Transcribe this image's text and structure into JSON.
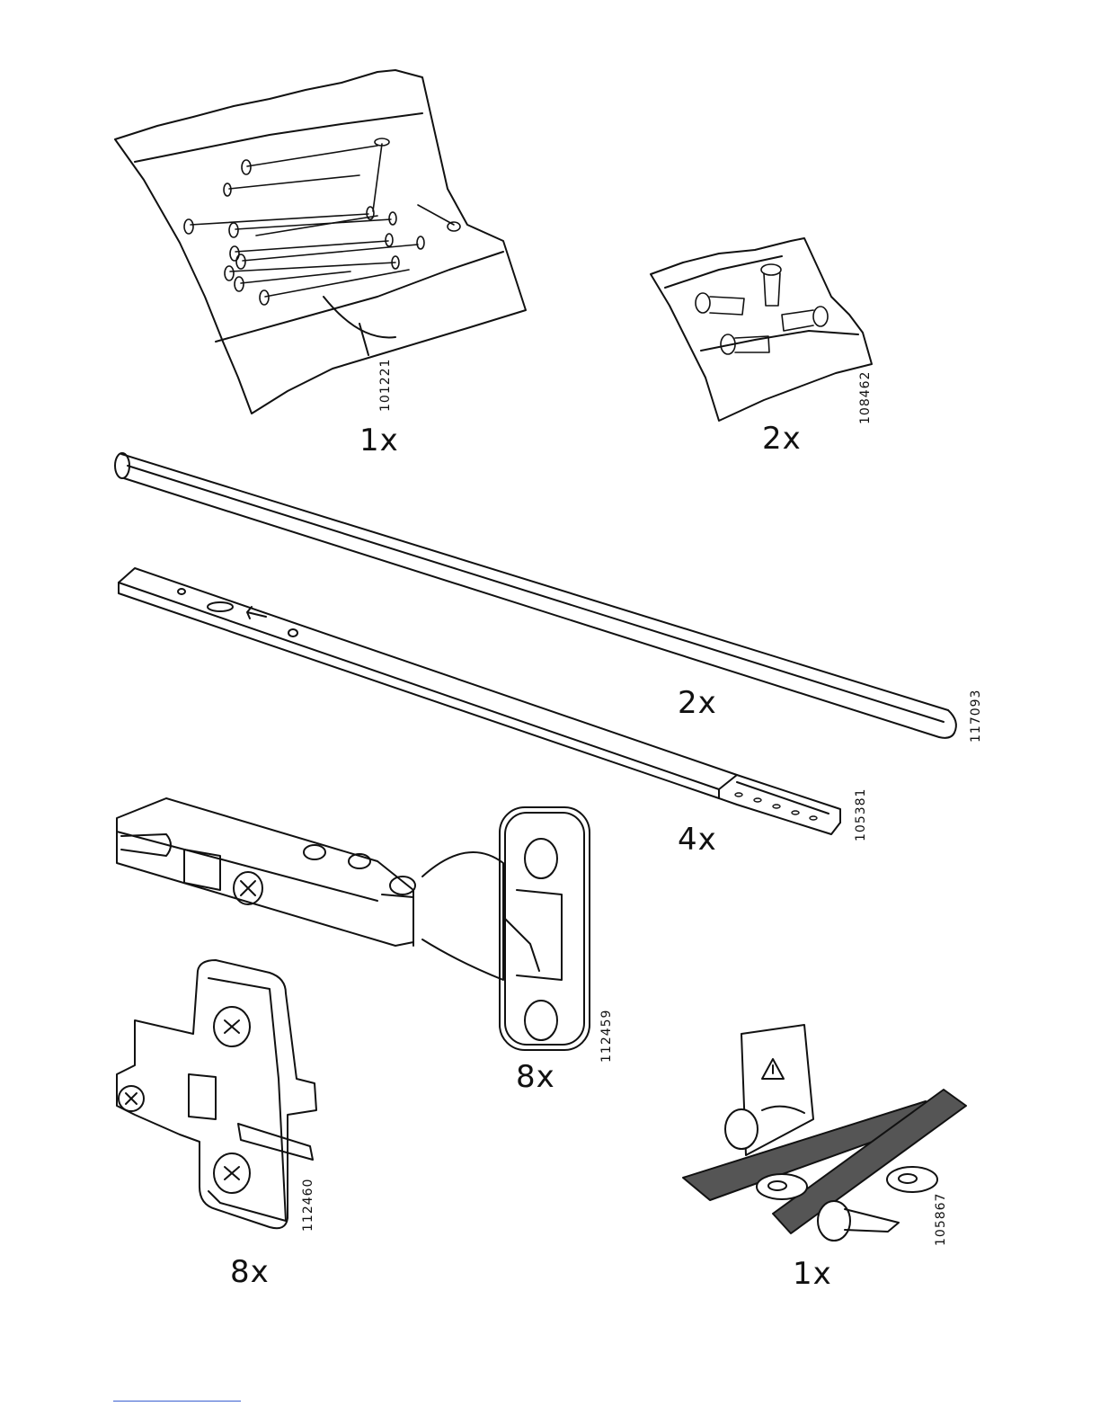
{
  "parts": [
    {
      "id": "nail-bag",
      "quantity": "1x",
      "code": "101221"
    },
    {
      "id": "cam-screw-bag",
      "quantity": "2x",
      "code": "108462"
    },
    {
      "id": "round-rod",
      "quantity": "2x",
      "code": "117093"
    },
    {
      "id": "drawer-rail",
      "quantity": "4x",
      "code": "105381"
    },
    {
      "id": "hinge",
      "quantity": "8x",
      "code": "112459"
    },
    {
      "id": "mounting-plate",
      "quantity": "8x",
      "code": "112460"
    },
    {
      "id": "wall-anchor-kit",
      "quantity": "1x",
      "code": "105867"
    }
  ],
  "colors": {
    "line": "#111111",
    "footer_rule": "#3a5fd0"
  }
}
